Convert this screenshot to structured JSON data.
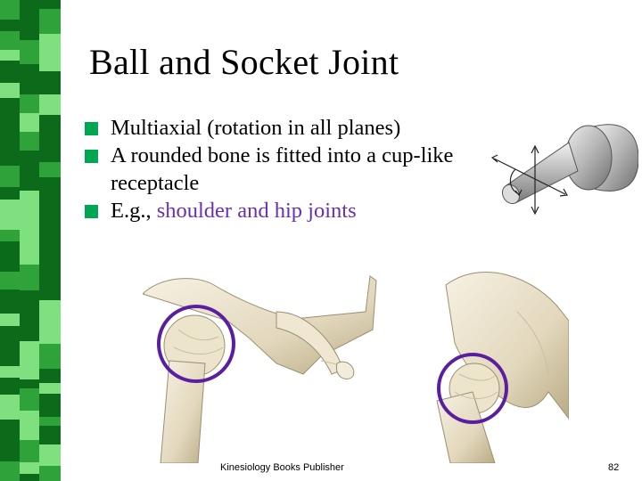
{
  "slide": {
    "title": "Ball and Socket Joint",
    "bullets": [
      {
        "text": "Multiaxial (rotation in all planes)"
      },
      {
        "text": "A rounded bone is fitted into a cup-like receptacle"
      },
      {
        "prefix": "E.g., ",
        "highlight": "shoulder and hip joints"
      }
    ],
    "footer": {
      "publisher": "Kinesiology Books Publisher",
      "page_number": "82"
    }
  },
  "colors": {
    "bullet_marker": "#00a651",
    "highlight_text": "#6b2fb3",
    "stripe_dark": "#0b6b1a",
    "stripe_light": "#7ee07e",
    "circle": "#5a1fa0"
  }
}
